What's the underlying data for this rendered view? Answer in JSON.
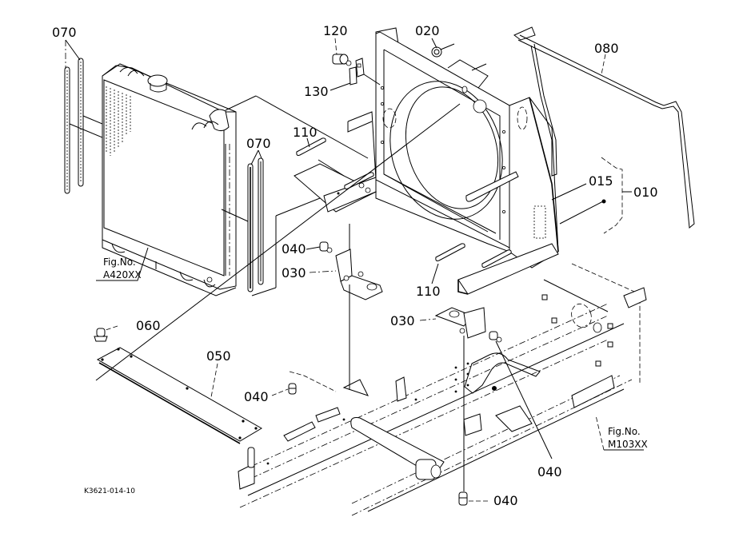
{
  "diagram": {
    "type": "exploded-parts-diagram",
    "subject": "Radiator, fan shroud and frame mounting assembly",
    "drawing_code": "K3621-014-10",
    "callouts": [
      {
        "id": "c070a",
        "label": "070",
        "part": "Radiator side seal (left pair)"
      },
      {
        "id": "c070b",
        "label": "070",
        "part": "Radiator side seal (right pair)"
      },
      {
        "id": "c120",
        "label": "120",
        "part": "Bolt"
      },
      {
        "id": "c130",
        "label": "130",
        "part": "Clamp bracket"
      },
      {
        "id": "c020",
        "label": "020",
        "part": "Grommet"
      },
      {
        "id": "c080",
        "label": "080",
        "part": "Seal strip (shroud edge)"
      },
      {
        "id": "c110a",
        "label": "110",
        "part": "Rubber cushion (upper)"
      },
      {
        "id": "c110b",
        "label": "110",
        "part": "Rubber cushion (lower)"
      },
      {
        "id": "c015",
        "label": "015",
        "part": "Fan shroud"
      },
      {
        "id": "c010",
        "label": "010",
        "part": "Shroud assembly"
      },
      {
        "id": "c040a",
        "label": "040",
        "part": "Rubber mount (upper left)"
      },
      {
        "id": "c030a",
        "label": "030",
        "part": "Mount bracket (left)"
      },
      {
        "id": "c030b",
        "label": "030",
        "part": "Mount bracket (right)"
      },
      {
        "id": "c060",
        "label": "060",
        "part": "Screw"
      },
      {
        "id": "c050",
        "label": "050",
        "part": "Cover plate"
      },
      {
        "id": "c040b",
        "label": "040",
        "part": "Rubber mount (frame)"
      },
      {
        "id": "c040c",
        "label": "040",
        "part": "Rubber mount (right)"
      },
      {
        "id": "c040d",
        "label": "040",
        "part": "Rubber mount (bottom)"
      }
    ],
    "figure_refs": [
      {
        "id": "fig-a",
        "line1": "Fig.No.",
        "line2": "A420XX",
        "refers_to": "Radiator"
      },
      {
        "id": "fig-m",
        "line1": "Fig.No.",
        "line2": "M103XX",
        "refers_to": "Frame"
      }
    ],
    "bracket_group": {
      "parent": "010",
      "children": [
        "015"
      ]
    }
  }
}
